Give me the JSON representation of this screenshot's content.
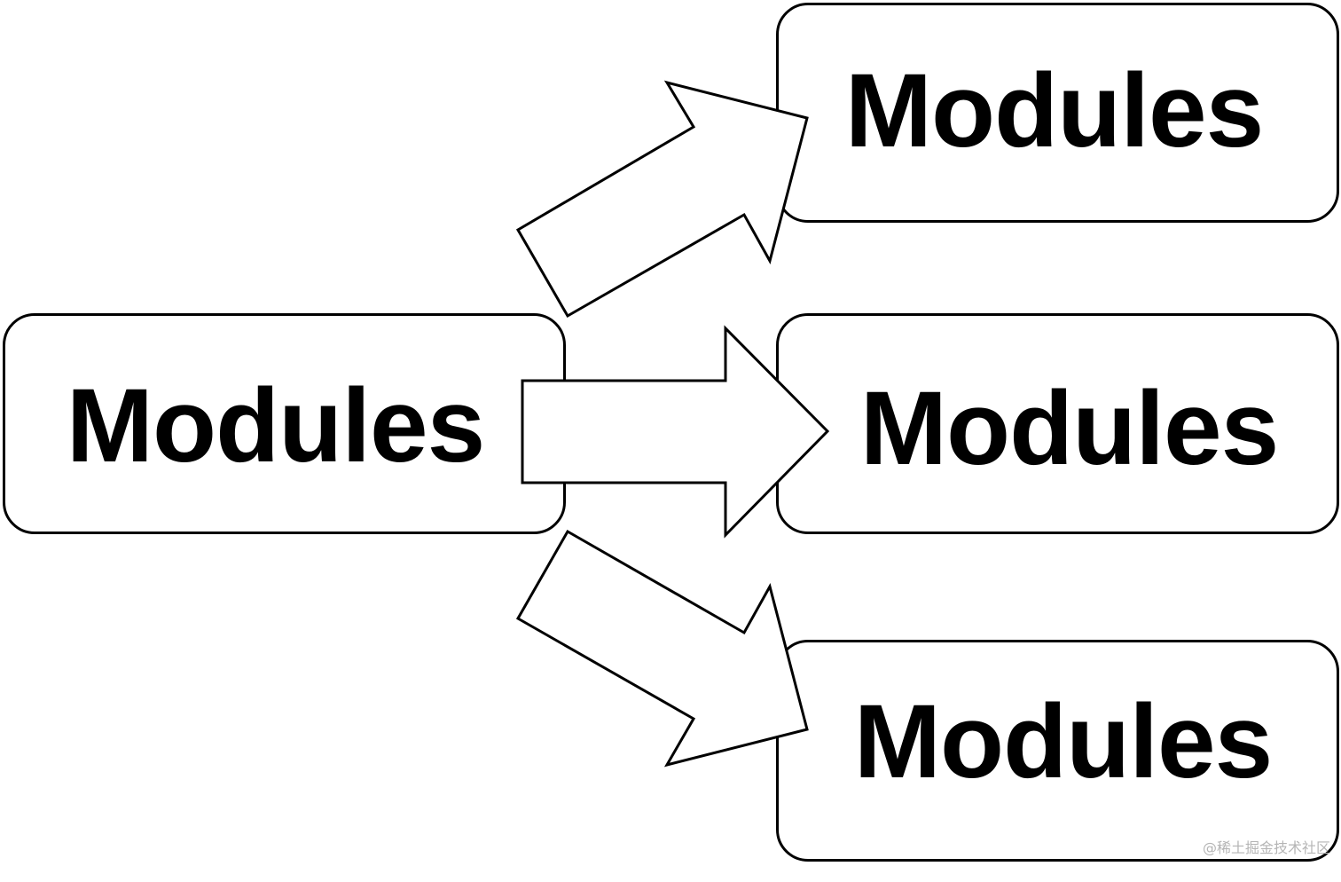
{
  "diagram": {
    "source": {
      "label": "Modules"
    },
    "targets": [
      {
        "label": "Modules"
      },
      {
        "label": "Modules"
      },
      {
        "label": "Modules"
      }
    ],
    "colors": {
      "stroke": "#000000",
      "fill": "#ffffff",
      "background": "#ffffff"
    }
  },
  "watermark": "@稀土掘金技术社区"
}
